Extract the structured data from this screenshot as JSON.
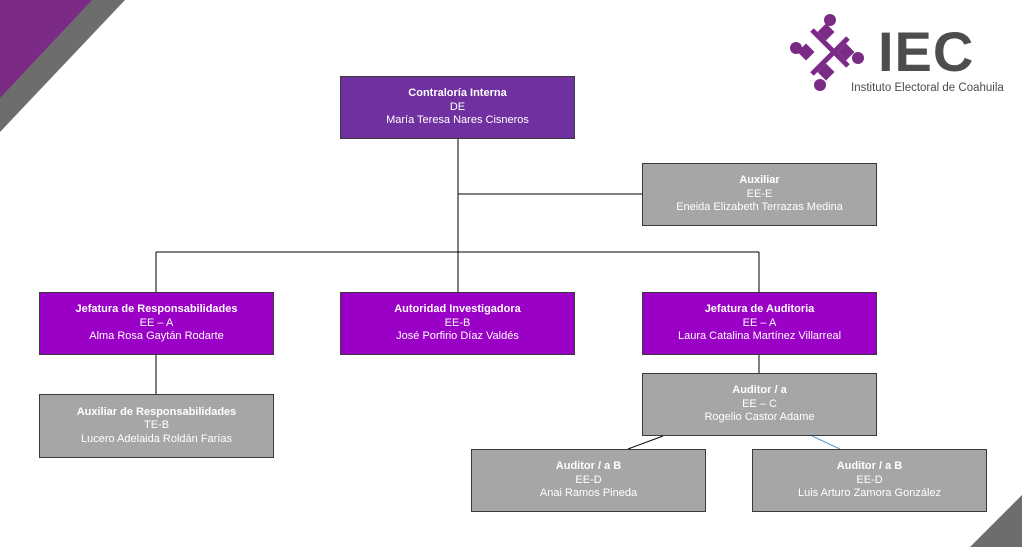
{
  "logo": {
    "acronym": "IEC",
    "name": "Instituto Electoral de Coahuila"
  },
  "nodes": {
    "contraloria": {
      "title": "Contraloría Interna",
      "level": "DE",
      "person": "María Teresa Nares Cisneros"
    },
    "auxiliar": {
      "title": "Auxiliar",
      "level": "EE-E",
      "person": "Eneida Elizabeth Terrazas Medina"
    },
    "jef_resp": {
      "title": "Jefatura de Responsabilidades",
      "level": "EE – A",
      "person": "Alma Rosa Gaytán Rodarte"
    },
    "autoridad": {
      "title": "Autoridad Investigadora",
      "level": "EE-B",
      "person": "José Porfirio Díaz Valdés"
    },
    "jef_aud": {
      "title": "Jefatura de Auditoria",
      "level": "EE – A",
      "person": "Laura Catalina Martínez Villarreal"
    },
    "aux_resp": {
      "title": "Auxiliar de Responsabilidades",
      "level": "TE-B",
      "person": "Lucero Adelaida Roldán Farías"
    },
    "auditor": {
      "title": "Auditor / a",
      "level": "EE – C",
      "person": "Rogelio Castor Adame"
    },
    "auditor_b1": {
      "title": "Auditor / a B",
      "level": "EE-D",
      "person": "Anai Ramos Pineda"
    },
    "auditor_b2": {
      "title": "Auditor / a B",
      "level": "EE-D",
      "person": "Luis Arturo Zamora González"
    }
  }
}
